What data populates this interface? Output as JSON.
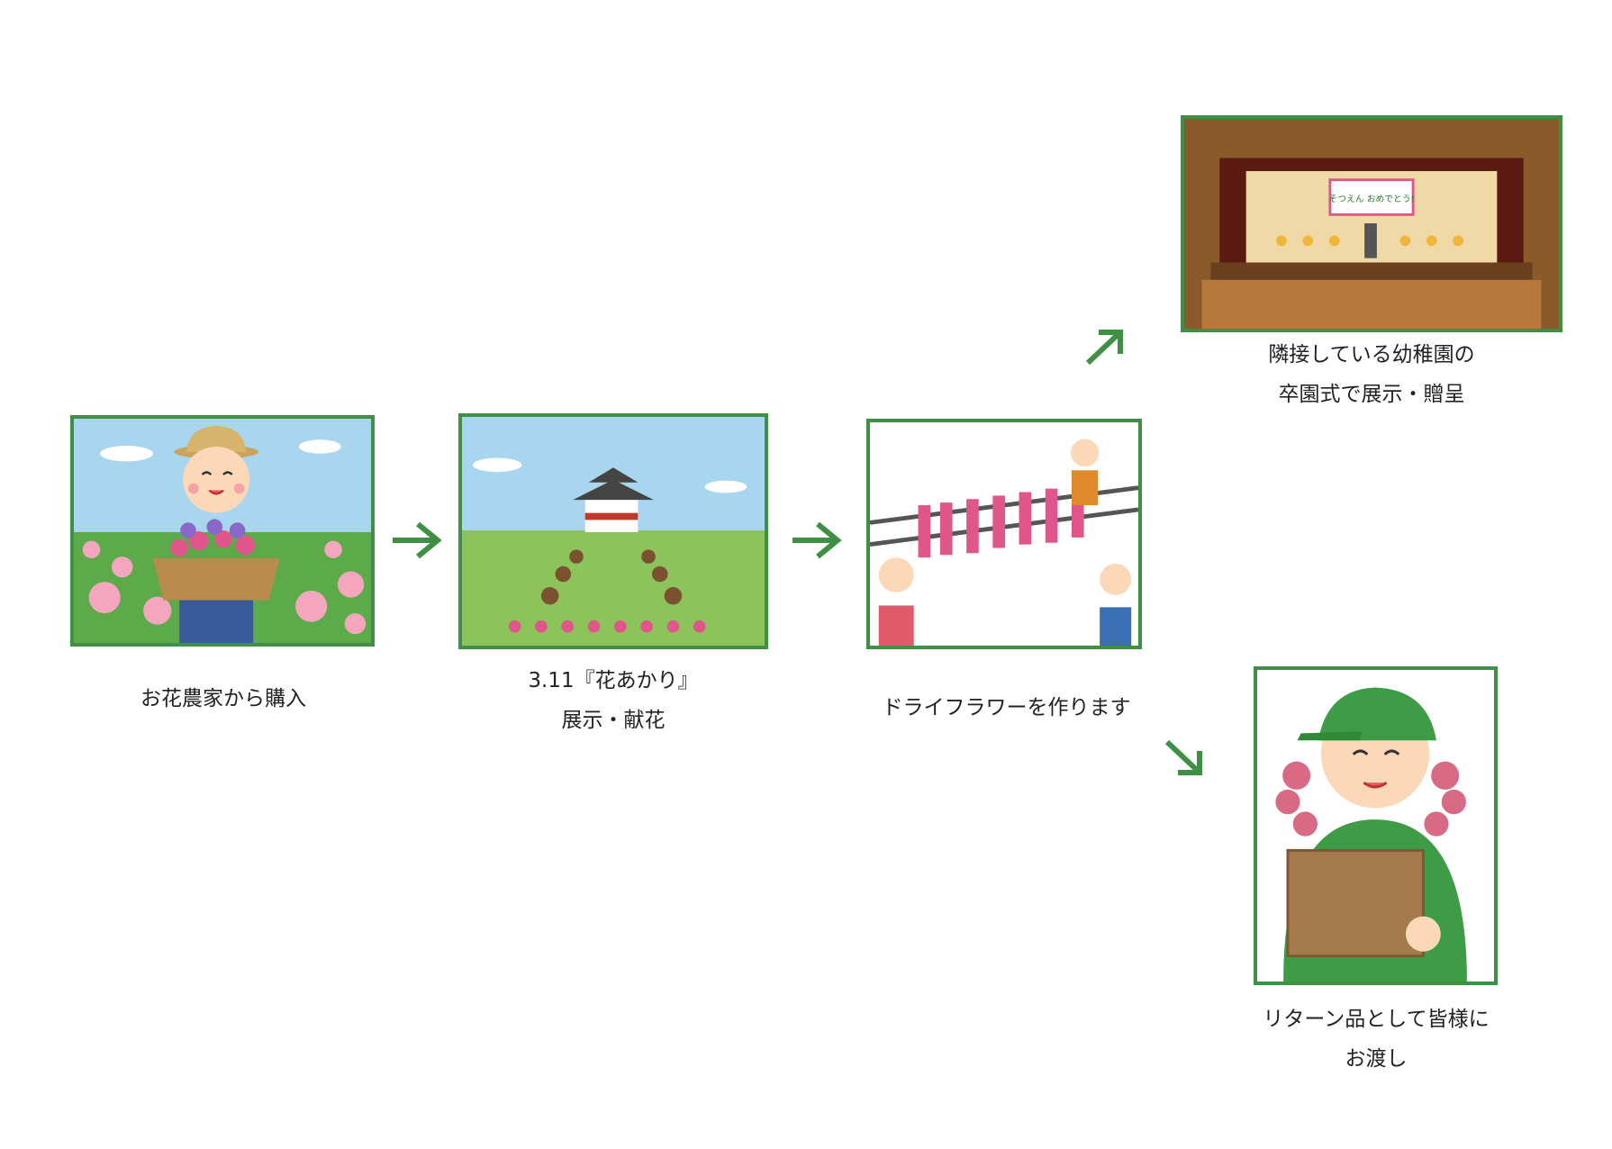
{
  "accent_color": "#3f8f44",
  "steps": [
    {
      "lines": [
        "お花農家から購入"
      ]
    },
    {
      "lines": [
        "3.11『花あかり』",
        "展示・献花"
      ]
    },
    {
      "lines": [
        "ドライフラワーを作ります"
      ]
    },
    {
      "lines": [
        "隣接している幼稚園の",
        "卒園式で展示・贈呈"
      ]
    },
    {
      "lines": [
        "リターン品として皆様に",
        "お渡し"
      ]
    }
  ],
  "banner_text": "そつえん おめでとう!",
  "arrows": [
    "arrow-right-icon",
    "arrow-right-icon",
    "arrow-up-right-icon",
    "arrow-down-right-icon"
  ]
}
